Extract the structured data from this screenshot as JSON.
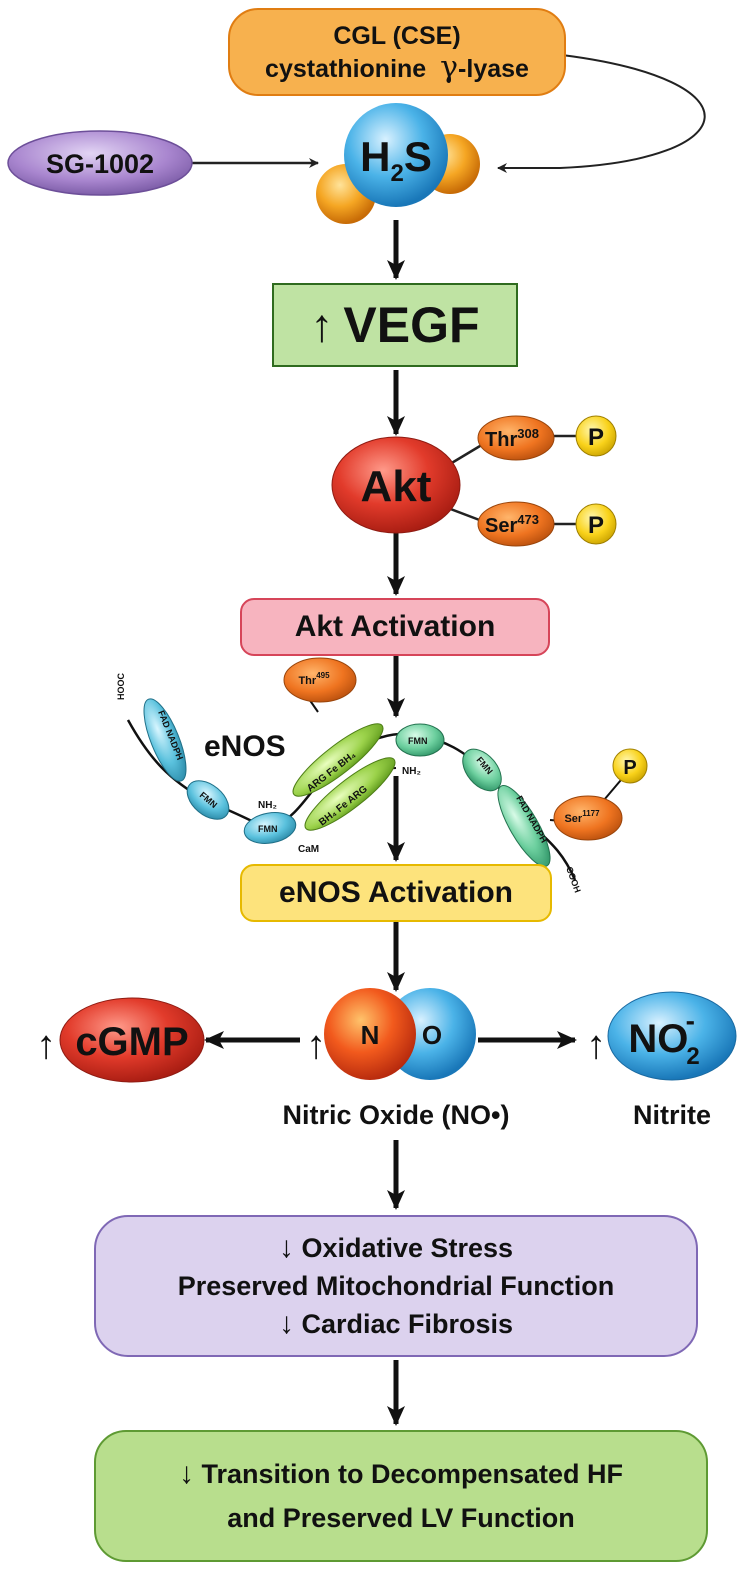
{
  "cgl": {
    "line1": "CGL (CSE)",
    "line2_text": "cystathionine",
    "line2_greek": "γ",
    "line2_suffix": "-lyase"
  },
  "sg1002": "SG-1002",
  "h2s": {
    "h": "H",
    "sub": "2",
    "s": "S"
  },
  "vegf": {
    "arrow": "↑",
    "label": "VEGF"
  },
  "akt": {
    "label": "Akt",
    "thr": {
      "name": "Thr",
      "sup": "308"
    },
    "ser": {
      "name": "Ser",
      "sup": "473"
    },
    "p": "P"
  },
  "akt_activation": "Akt Activation",
  "enos": {
    "title": "eNOS",
    "hooc": "HOOC",
    "fad_left": "FAD NADPH",
    "fmn_left1": "FMN",
    "fmn_left2": "FMN",
    "nh2_left": "NH₂",
    "cam": "CaM",
    "arg_top": "ARG Fe BH₄",
    "arg_bottom": "BH₄ Fe ARG",
    "nh2_right": "NH₂",
    "thr495": {
      "name": "Thr",
      "sup": "495"
    },
    "fmn_right1": "FMN",
    "fmn_right2": "FMN",
    "fad_right": "FAD NADPH",
    "cooh": "COOH",
    "ser1177": {
      "name": "Ser",
      "sup": "1177"
    },
    "p": "P"
  },
  "enos_activation": "eNOS Activation",
  "cgmp": {
    "arrow": "↑",
    "label": "cGMP"
  },
  "no": {
    "arrow": "↑",
    "n": "N",
    "o": "O",
    "caption": "Nitric Oxide (NO•)"
  },
  "nitrite": {
    "arrow": "↑",
    "label": "NO",
    "sub": "2",
    "sup": "-",
    "caption": "Nitrite"
  },
  "effects": {
    "line1_arrow": "↓",
    "line1": "Oxidative Stress",
    "line2": "Preserved Mitochondrial Function",
    "line3_arrow": "↓",
    "line3": "Cardiac Fibrosis"
  },
  "outcome": {
    "line1_arrow": "↓",
    "line1": "Transition to Decompensated HF",
    "line2": "and Preserved LV Function"
  },
  "colors": {
    "orange": "#f6a94a",
    "purple": "#a98ccd",
    "green_box": "#bde3a2",
    "red": "#e23b2b",
    "pink": "#f7b4bf",
    "yellow": "#fde37c",
    "lavender": "#dcd2ee",
    "green_outcome": "#b7de8c",
    "blue": "#3ea6e3"
  }
}
